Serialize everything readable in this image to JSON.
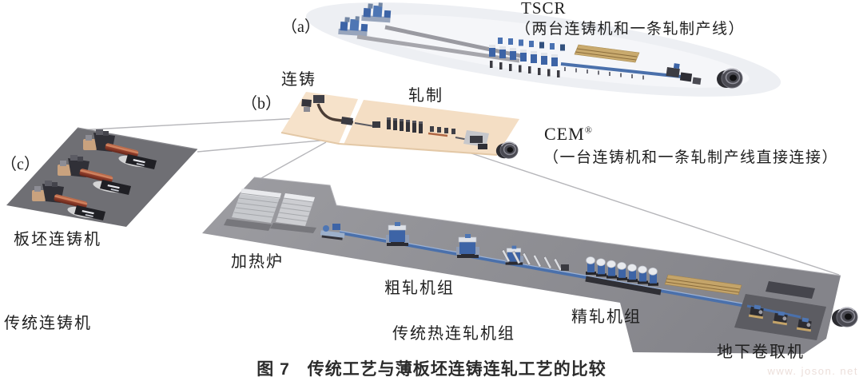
{
  "figure": {
    "caption": "图 7　传统工艺与薄板坯连铸连轧工艺的比较",
    "watermark": "www. joson. net"
  },
  "panels": {
    "a": {
      "label": "（a）",
      "title": "TSCR",
      "subtitle": "（两台连铸机和一条轧制产线）"
    },
    "b": {
      "label": "（b）",
      "title": "CEM",
      "title_mark": "®",
      "subtitle": "（一台连铸机和一条轧制产线直接连接）",
      "casting_label": "连铸",
      "rolling_label": "轧制"
    },
    "c": {
      "label": "（c）",
      "slab_caster": "板坯连铸机",
      "traditional_caster": "传统连铸机",
      "furnace": "加热炉",
      "roughing_mill": "粗轧机组",
      "hot_strip_mill": "传统热连轧机组",
      "finishing_mill": "精轧机组",
      "downcoiler": "地下卷取机"
    }
  },
  "colors": {
    "platform_peach": "#f5e1c8",
    "platform_gray": "#8f8f94",
    "caster_platform": "#6f6f74",
    "machine_blue": "#3d64a6",
    "copper_strand": "#8c3b2c",
    "cooling_gold": "#c4a469",
    "text": "#1f1f1f"
  }
}
